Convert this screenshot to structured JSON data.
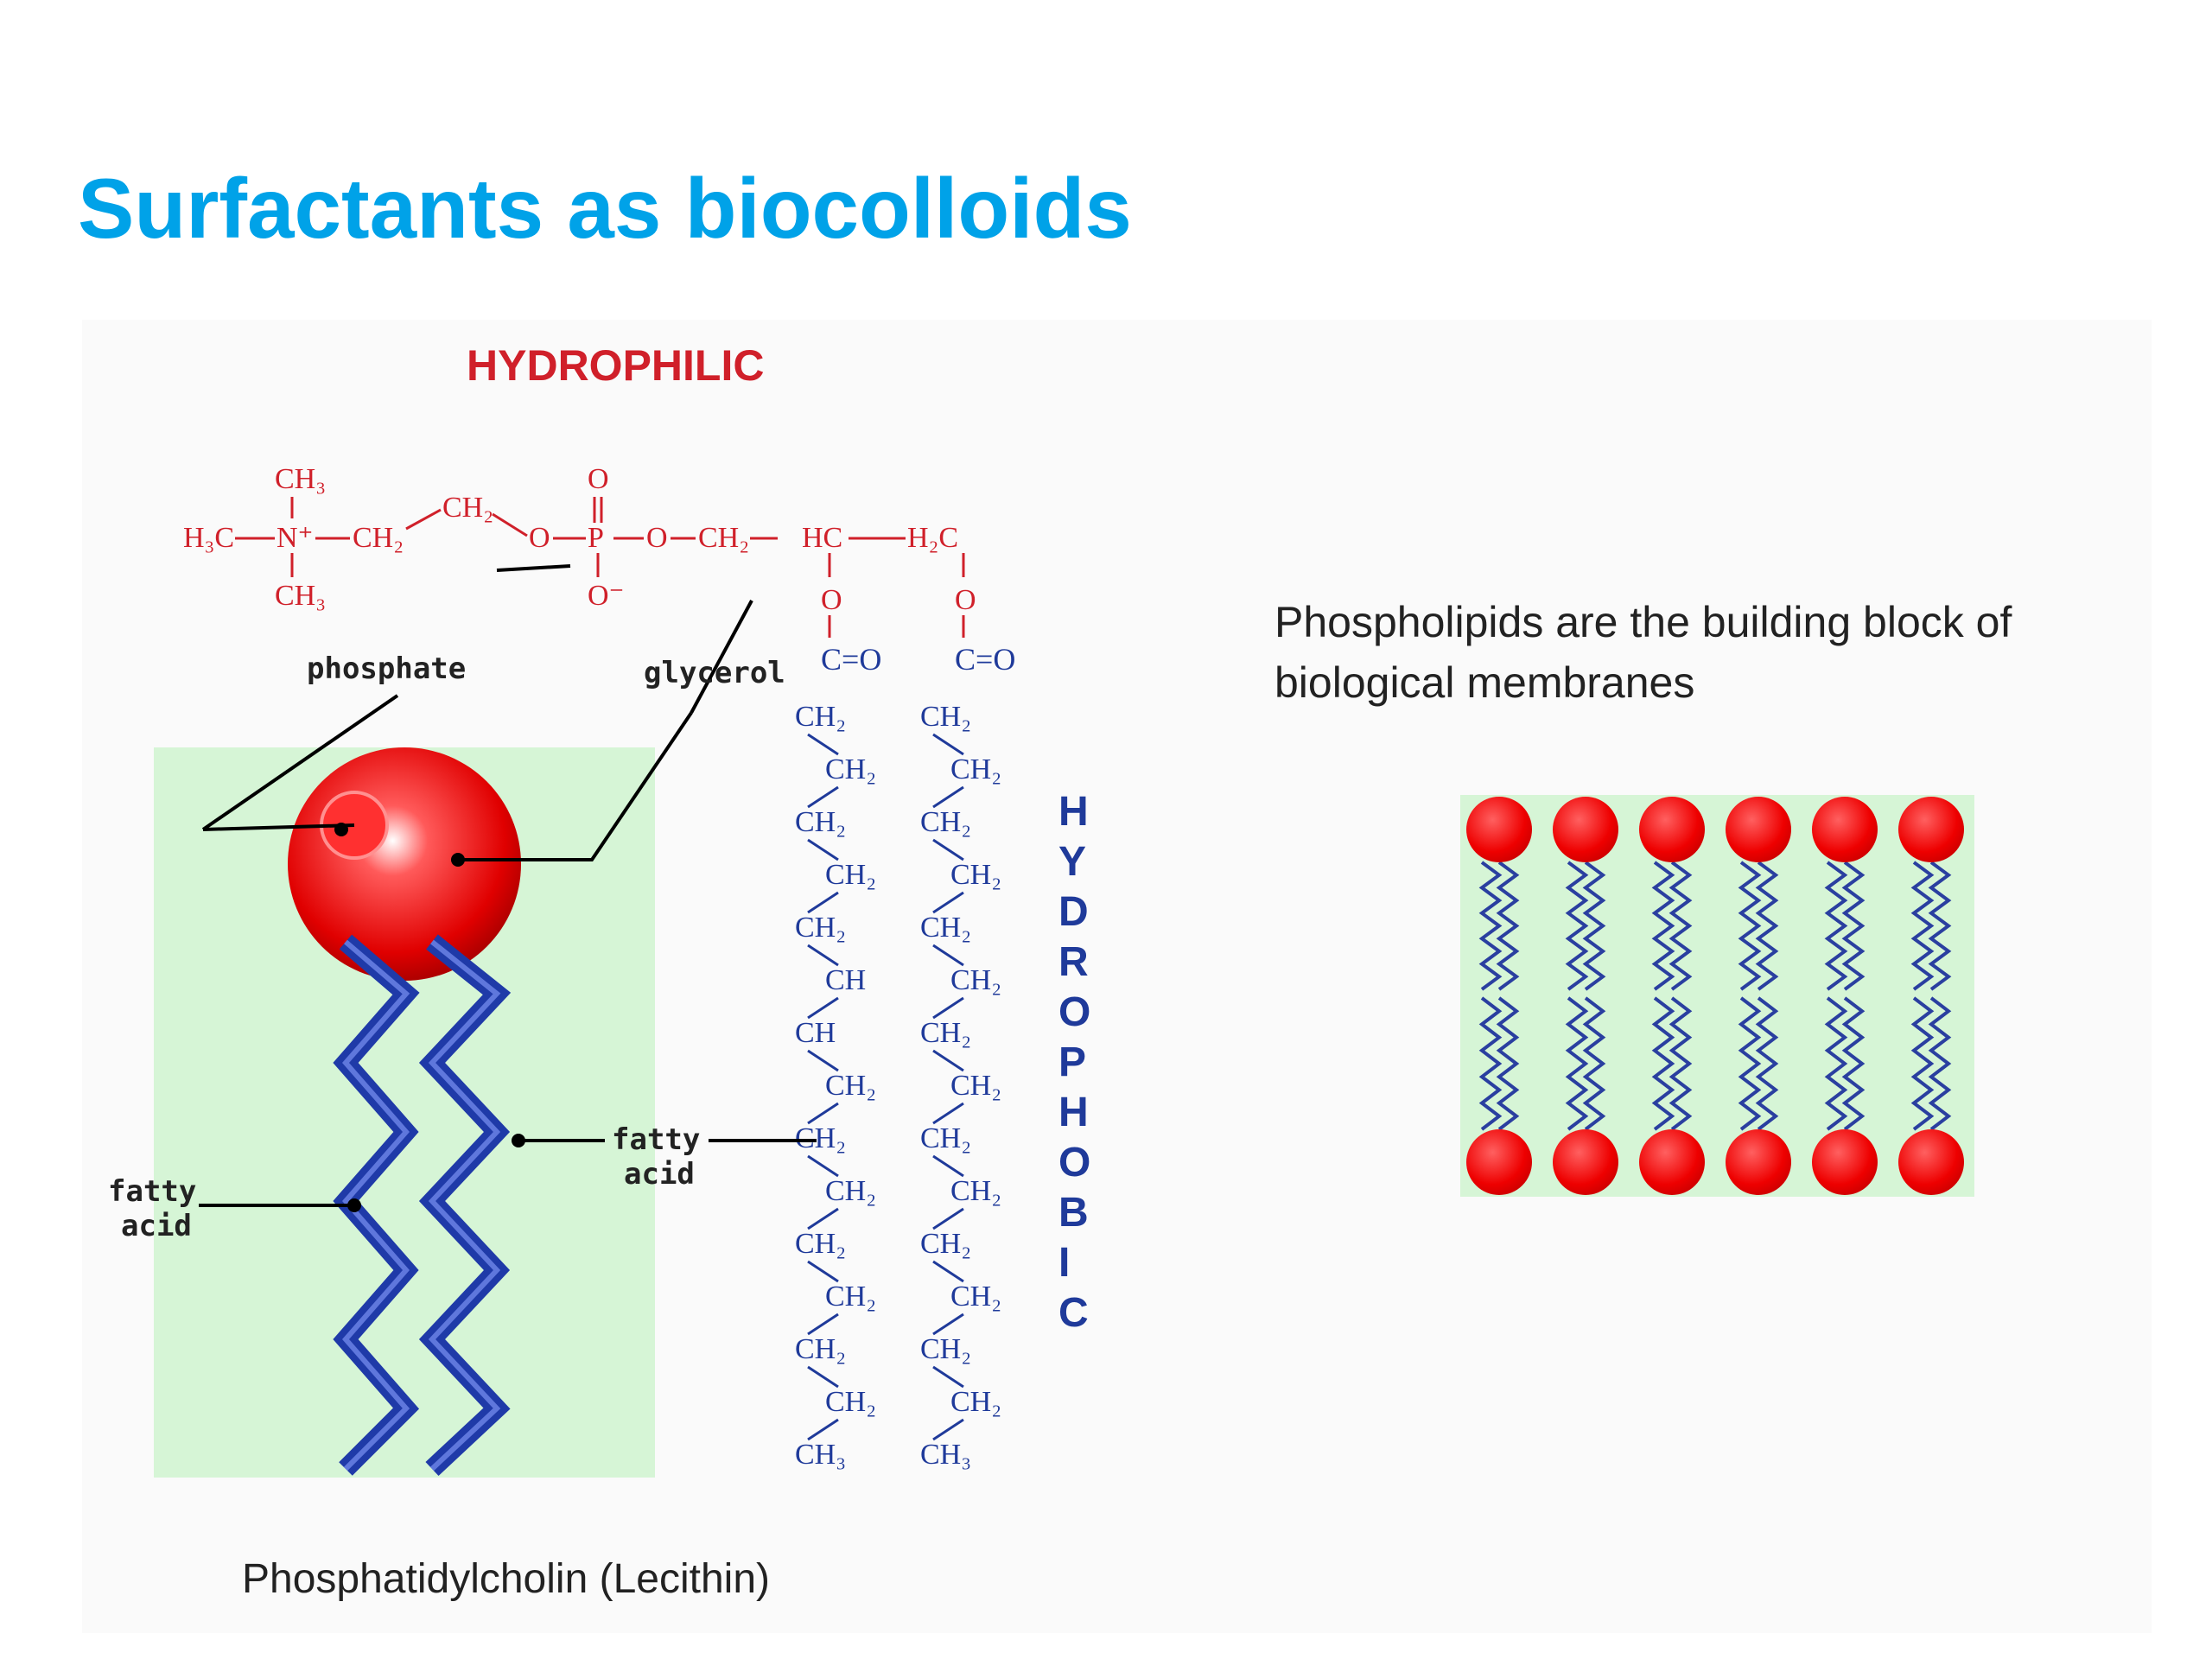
{
  "slide": {
    "title": "Surfactants as biocolloids",
    "caption": "Phosphatidylcholin (Lecithin)",
    "membrane_text": "Phospholipids are the building block of biological membranes"
  },
  "molecule": {
    "hydrophilic_label": "HYDROPHILIC",
    "hydrophobic_letters": [
      "H",
      "Y",
      "D",
      "R",
      "O",
      "P",
      "H",
      "O",
      "B",
      "I",
      "C"
    ],
    "head_labels": {
      "phosphate": "phosphate",
      "glycerol": "glycerol",
      "fatty_acid_left_1": "fatty",
      "fatty_acid_left_2": "acid",
      "fatty_acid_right_1": "fatty",
      "fatty_acid_right_2": "acid"
    },
    "formula": {
      "ch3_top": "CH₃",
      "h3c": "H₃C",
      "n_plus": "N⁺",
      "ch2_a": "CH₂",
      "ch2_b": "CH₂",
      "o_a": "O",
      "p": "P",
      "o_double": "O",
      "o_minus": "O⁻",
      "o_b": "O",
      "ch2_c": "CH₂",
      "hc": "HC",
      "h2c": "H₂C",
      "ch3_bottom": "CH₃",
      "o_left": "O",
      "o_right": "O",
      "co_left": "C=O",
      "co_right": "C=O"
    },
    "chain_left": [
      "CH₂",
      "CH₂",
      "CH₂",
      "CH₂",
      "CH₂",
      "CH",
      "CH",
      "CH₂",
      "CH₂",
      "CH₂",
      "CH₂",
      "CH₂",
      "CH₂",
      "CH₂",
      "CH₃"
    ],
    "chain_right": [
      "CH₂",
      "CH₂",
      "CH₂",
      "CH₂",
      "CH₂",
      "CH₂",
      "CH₂",
      "CH₂",
      "CH₂",
      "CH₂",
      "CH₂",
      "CH₂",
      "CH₂",
      "CH₂",
      "CH₃"
    ]
  },
  "bilayer": {
    "head_count": 6
  },
  "colors": {
    "title": "#00a2e8",
    "hydrophilic": "#d0202a",
    "hydrophobic": "#1f3a9a",
    "panel_green": "#d6f5d6",
    "head_red": "#ff0000"
  }
}
